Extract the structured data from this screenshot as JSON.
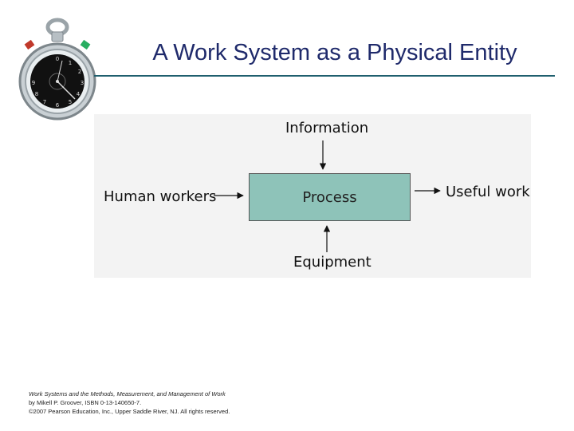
{
  "slide": {
    "title": "A Work System as a Physical Entity"
  },
  "icons": {
    "decoration": "stopwatch-icon"
  },
  "colors": {
    "title": "#1f2a6b",
    "rule": "#1f5f6e",
    "process_fill": "#8ec3b9",
    "diagram_background": "#f3f3f3"
  },
  "diagram": {
    "process": "Process",
    "top_input": "Information",
    "left_input": "Human workers",
    "bottom_input": "Equipment",
    "output": "Useful work"
  },
  "footer": {
    "line1": "Work Systems and the Methods, Measurement, and Management of Work",
    "line2": "by Mikell P. Groover, ISBN 0-13-140650-7.",
    "line3": "©2007 Pearson Education, Inc., Upper Saddle River, NJ.  All rights reserved."
  }
}
